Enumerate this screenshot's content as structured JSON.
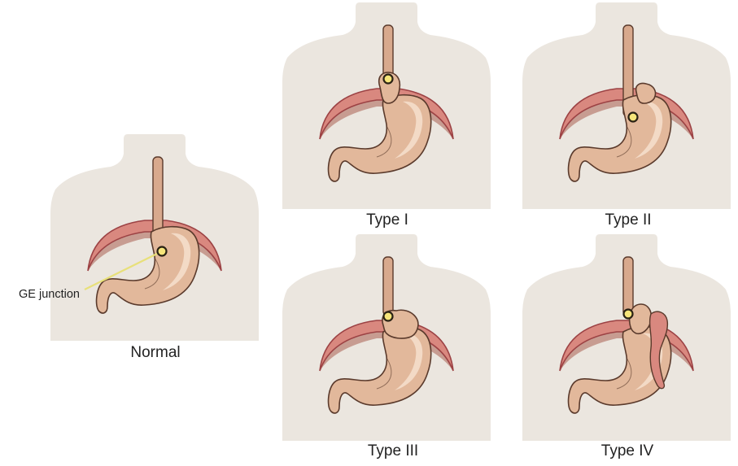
{
  "colors": {
    "torso": "#ebe6df",
    "diaphragm": "#d9887f",
    "diaphragm_edge": "#9c4244",
    "diaphragm_under": "#c79c91",
    "stomach": "#e2b89b",
    "stomach_edge": "#5a3a2c",
    "stomach_highlight": "#f3dac6",
    "esophagus": "#d8a98d",
    "ge_marker_fill": "#f6e57a",
    "ge_marker_edge": "#2a2214",
    "callout_line": "#e8e07a",
    "text": "#222222"
  },
  "callout": {
    "ge_label": "GE junction"
  },
  "panels": [
    {
      "id": "normal",
      "label": "Normal"
    },
    {
      "id": "type-1",
      "label": "Type I"
    },
    {
      "id": "type-2",
      "label": "Type II"
    },
    {
      "id": "type-3",
      "label": "Type III"
    },
    {
      "id": "type-4",
      "label": "Type IV"
    }
  ]
}
